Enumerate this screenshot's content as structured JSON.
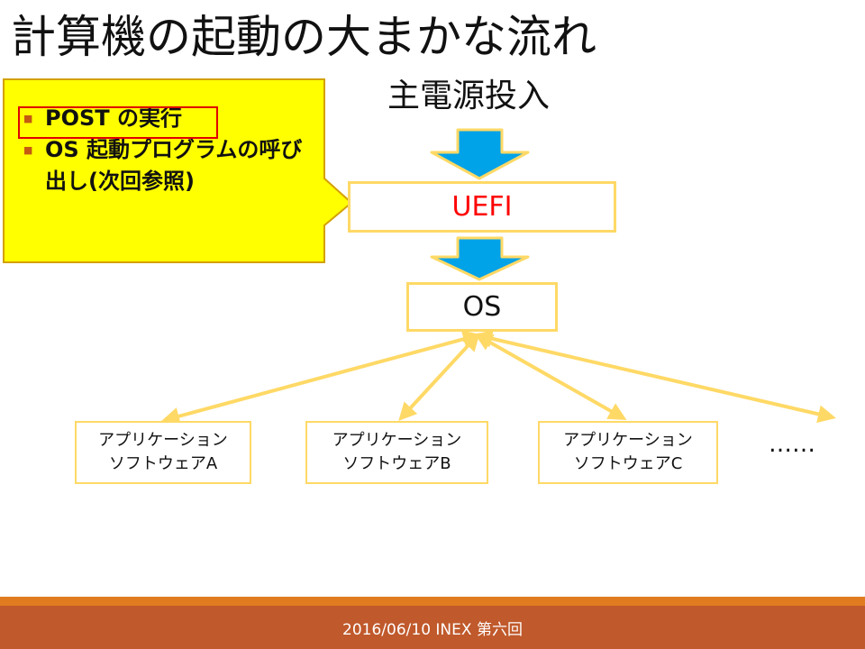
{
  "slide": {
    "title": "計算機の起動の大まかな流れ"
  },
  "callout": {
    "items": [
      {
        "label": "POST の実行",
        "highlighted": true
      },
      {
        "label": "OS 起動プログラムの呼び出し(次回参照)",
        "highlighted": false
      }
    ]
  },
  "flow": {
    "power_label": "主電源投入",
    "uefi_label": "UEFI",
    "os_label": "OS",
    "apps": [
      {
        "line1": "アプリケーション",
        "line2": "ソフトウェアA"
      },
      {
        "line1": "アプリケーション",
        "line2": "ソフトウェアB"
      },
      {
        "line1": "アプリケーション",
        "line2": "ソフトウェアC"
      }
    ],
    "ellipsis": "……"
  },
  "footer": {
    "text": "2016/06/10 INEX 第六回"
  },
  "colors": {
    "callout_fill": "#ffff00",
    "callout_border": "#d4a000",
    "box_border": "#ffd966",
    "down_arrow": "#00a2e8",
    "connector": "#ffd966",
    "uefi_text": "#ff0000",
    "highlight_border": "#e00000",
    "footer_band": "#c0592b",
    "footer_stripe": "#e07b1f"
  },
  "icons": {
    "bullet": "square-bullet-icon",
    "arrow": "down-arrow-icon"
  }
}
